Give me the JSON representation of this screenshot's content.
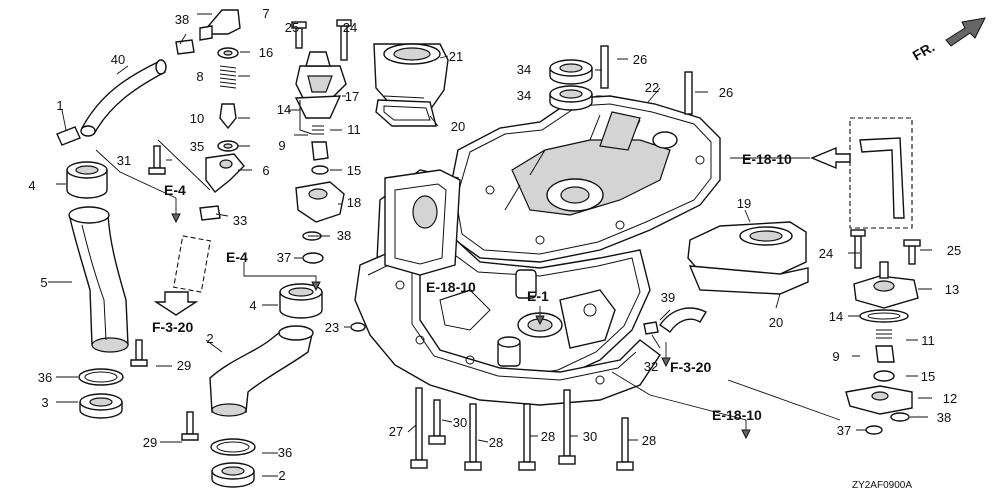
{
  "callouts": {
    "c1": "1",
    "c2a": "2",
    "c2b": "2",
    "c3": "3",
    "c4a": "4",
    "c4b": "4",
    "c5": "5",
    "c6": "6",
    "c7": "7",
    "c8": "8",
    "c9a": "9",
    "c9b": "9",
    "c10": "10",
    "c11a": "11",
    "c11b": "11",
    "c12": "12",
    "c13": "13",
    "c14a": "14",
    "c14b": "14",
    "c15a": "15",
    "c15b": "15",
    "c16": "16",
    "c17": "17",
    "c18": "18",
    "c19": "19",
    "c20a": "20",
    "c20b": "20",
    "c21": "21",
    "c22": "22",
    "c23": "23",
    "c24a": "24",
    "c24b": "24",
    "c25a": "25",
    "c25b": "25",
    "c26a": "26",
    "c26b": "26",
    "c27": "27",
    "c28a": "28",
    "c28b": "28",
    "c28c": "28",
    "c29a": "29",
    "c29b": "29",
    "c30a": "30",
    "c30b": "30",
    "c31": "31",
    "c32": "32",
    "c33": "33",
    "c34a": "34",
    "c34b": "34",
    "c35": "35",
    "c36a": "36",
    "c36b": "36",
    "c37a": "37",
    "c37b": "37",
    "c38a": "38",
    "c38b": "38",
    "c38c": "38",
    "c39": "39",
    "c40": "40"
  },
  "references": {
    "e18_10_top": "E-18-10",
    "e18_10_mid": "E-18-10",
    "e18_10_bot": "E-18-10",
    "e4_a": "E-4",
    "e4_b": "E-4",
    "e1": "E-1",
    "f3_20_a": "F-3-20",
    "f3_20_b": "F-3-20"
  },
  "direction_label": "FR.",
  "diagram_code": "ZY2AF0900A"
}
